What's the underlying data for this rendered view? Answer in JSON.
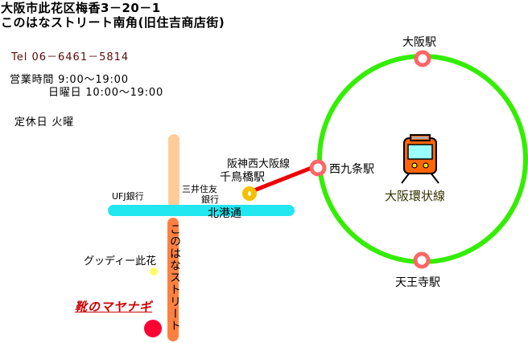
{
  "header": {
    "address_line1": "大阪市此花区梅香3－20－1",
    "address_line2": "このはなストリート南角(旧住吉商店街)"
  },
  "info": {
    "tel": "Tel  06－6461－5814",
    "hours_weekday": "営業時間  9:00～19:00",
    "hours_sunday": "日曜日  10:00～19:00",
    "closed": "定休日  火曜"
  },
  "map": {
    "loop_line_label": "大阪環状線",
    "stations": {
      "osaka": "大阪駅",
      "nishikujo": "西九条駅",
      "tennoji": "天王寺駅",
      "chidoribashi": "千鳥橋駅"
    },
    "hanshin_line": "阪神西大阪線",
    "streets": {
      "hokko_dori": "北港通",
      "konohana_street": "このはなストリート"
    },
    "landmarks": {
      "ufj_bank": "UFJ銀行",
      "mitsui_sumitomo_line1": "三井住友",
      "mitsui_sumitomo_line2": "銀行",
      "goodday": "グッディー此花",
      "shop_name": "靴のマヤナギ"
    },
    "colors": {
      "loop_line": "#33ee00",
      "station_ring": "#ff6666",
      "hanshin": "#ee0000",
      "chidoribashi": "#f5c000",
      "hokko_dori": "#22e6f0",
      "north_street": "#ffcc99",
      "konohana_street": "#ff8040",
      "shop_marker": "#ff0033",
      "goodday_marker": "#ffff66",
      "train_body": "#ff6600"
    }
  }
}
